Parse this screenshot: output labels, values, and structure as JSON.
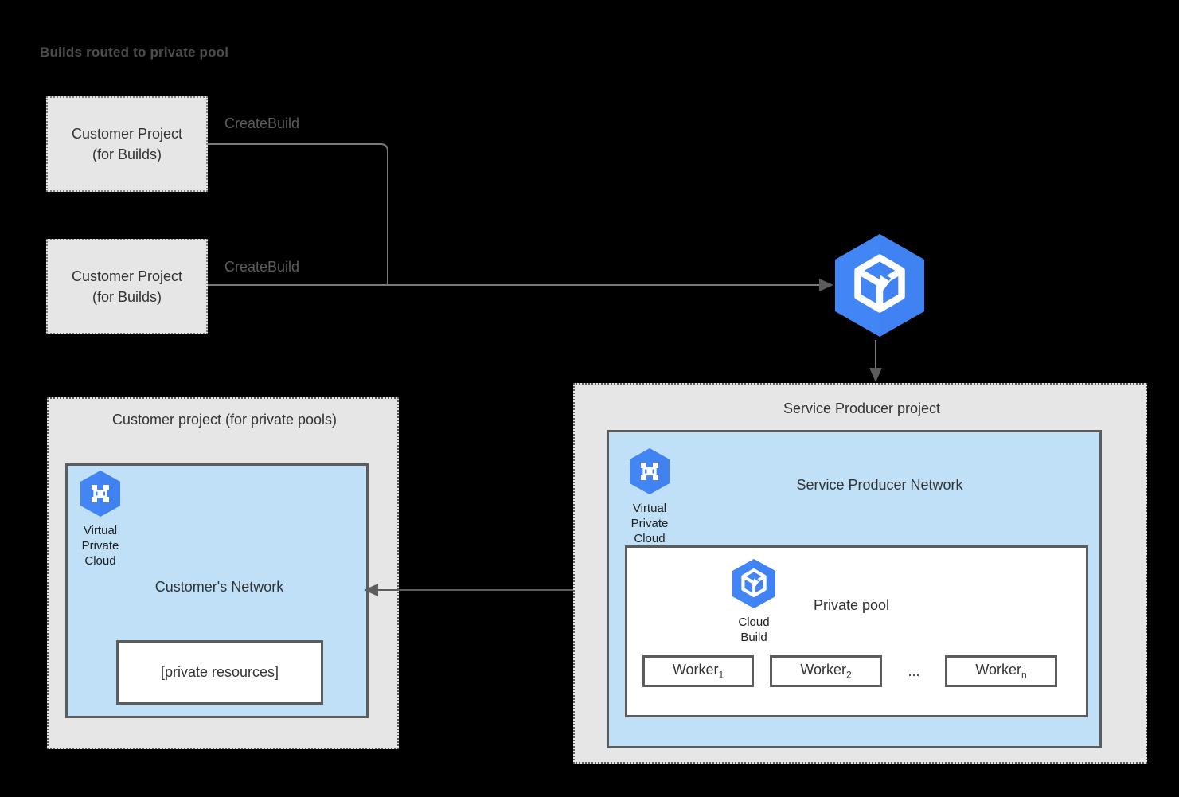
{
  "title": "Builds routed to private pool",
  "colors": {
    "panel_gray": "#e6e6e6",
    "network_blue": "#bfe0f7",
    "border_gray": "#5c5c5c",
    "gcp_blue": "#4285f4",
    "white": "#ffffff",
    "text_dark": "#333333",
    "title_gray": "#4d4d4d",
    "background": "#000000"
  },
  "customer_build_projects": [
    {
      "line1": "Customer Project",
      "line2": "(for Builds)",
      "action_label": "CreateBuild"
    },
    {
      "line1": "Customer Project",
      "line2": "(for Builds)",
      "action_label": "CreateBuild"
    }
  ],
  "cloud_build_service": {
    "icon": "cloud-build-icon",
    "name": "Cloud Build"
  },
  "customer_project": {
    "title": "Customer project (for private pools)",
    "vpc_icon": {
      "icon": "virtual-private-cloud-icon",
      "caption": "Virtual\nPrivate\nCloud"
    },
    "network": {
      "title": "Customer's Network",
      "resource_box": "[private resources]"
    }
  },
  "service_producer_project": {
    "title": "Service Producer project",
    "vpc_icon": {
      "icon": "virtual-private-cloud-icon",
      "caption": "Virtual\nPrivate\nCloud"
    },
    "network": {
      "title": "Service Producer Network",
      "private_pool": {
        "title": "Private pool",
        "cloud_build_icon": {
          "icon": "cloud-build-icon",
          "caption": "Cloud\nBuild"
        },
        "workers": [
          {
            "label": "Worker",
            "subscript": "1"
          },
          {
            "label": "Worker",
            "subscript": "2"
          },
          {
            "label": "Worker",
            "subscript": "n"
          }
        ],
        "ellipsis": "..."
      }
    }
  },
  "connections": {
    "create_build_to_service": "CreateBuild",
    "network_peering": "bidirectional"
  }
}
